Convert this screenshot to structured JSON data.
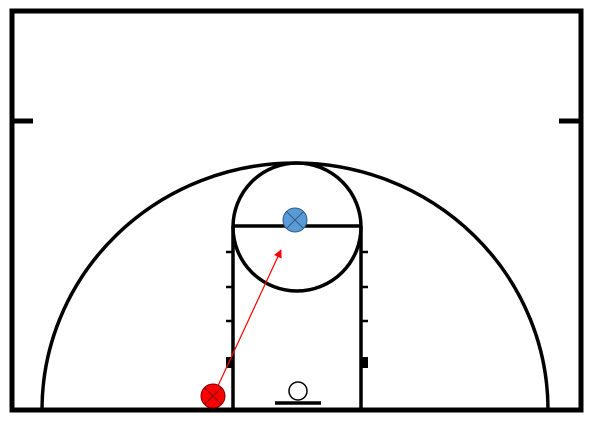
{
  "colors": {
    "background": "#ffffff",
    "lines": "#000000",
    "player_offense": "#ff0000",
    "player_defense": "#5b9bd5",
    "movement_arrow": "#ff0000"
  },
  "players": [
    {
      "role": "offense",
      "icon": "red-circle-x-icon"
    },
    {
      "role": "defense",
      "icon": "blue-circle-x-icon"
    }
  ],
  "movement": {
    "from": "offense",
    "to": "defense",
    "icon": "arrow-icon"
  }
}
